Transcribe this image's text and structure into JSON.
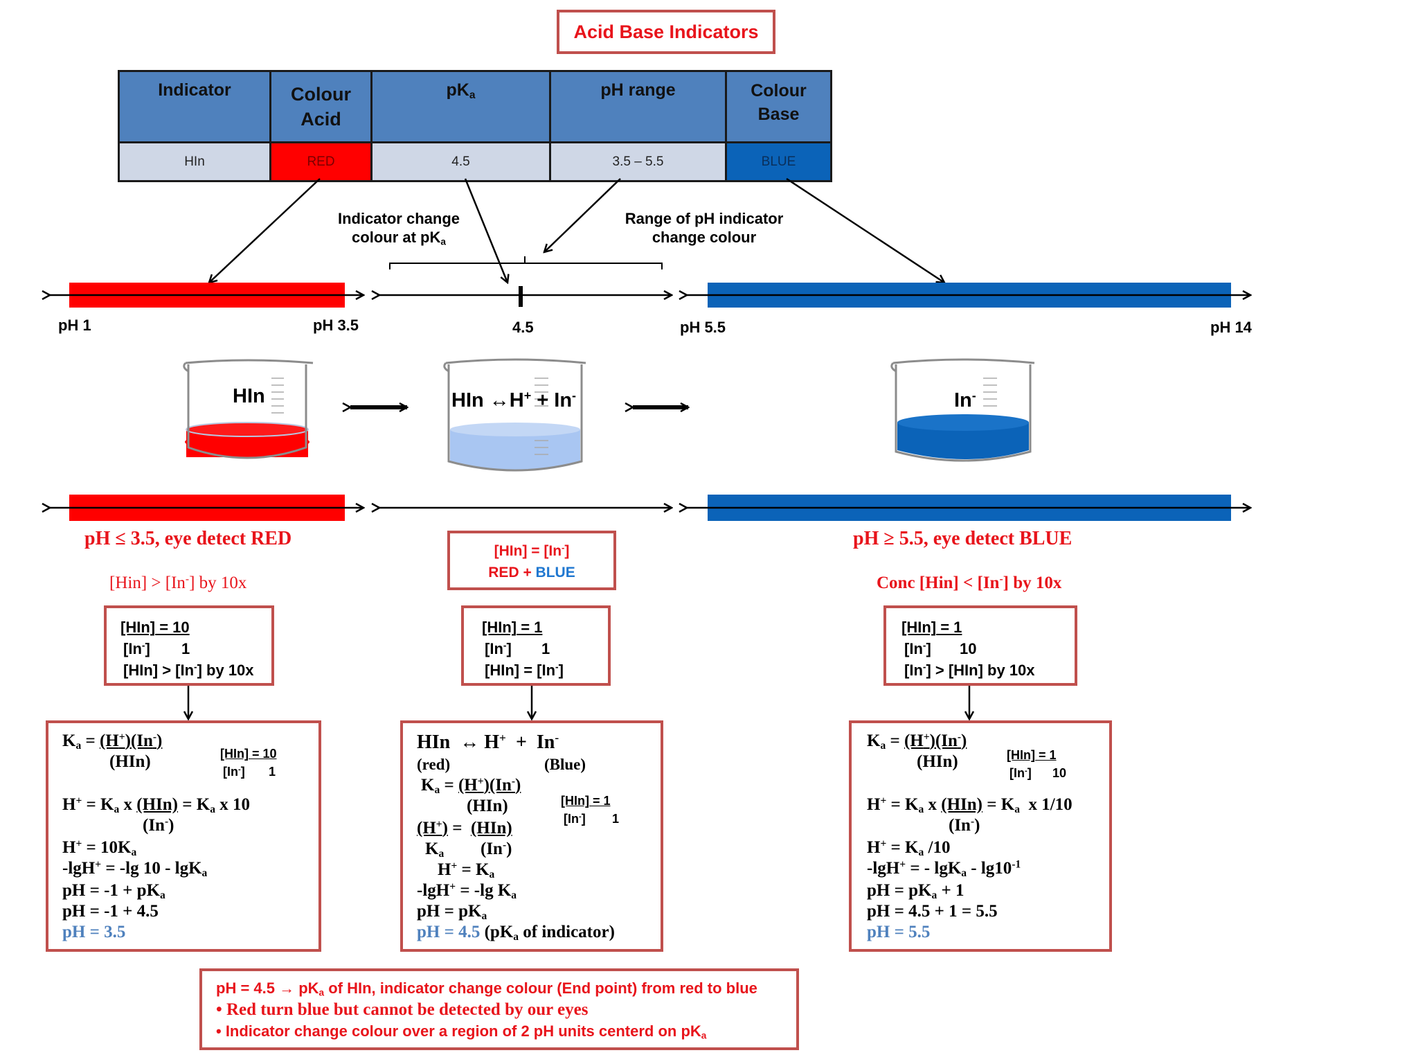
{
  "title": "Acid Base Indicators",
  "table": {
    "headers": [
      "Indicator",
      "Colour Acid",
      "pK",
      "pH range",
      "Colour Base"
    ],
    "row": [
      "HIn",
      "RED",
      "4.5",
      "3.5 – 5.5",
      "BLUE"
    ]
  },
  "annotations": {
    "pka_note_line1": "Indicator change",
    "pka_note_line2": "colour at pK",
    "range_note_line1": "Range of pH indicator",
    "range_note_line2": "change colour"
  },
  "scale": {
    "ph1": "pH 1",
    "ph35": "pH 3.5",
    "ph45": "4.5",
    "ph55": "pH 5.5",
    "ph14": "pH 14"
  },
  "beakers": {
    "left": "HIn",
    "middle": "HIn ↔H",
    "middle_rest": " + In",
    "right": "In"
  },
  "left_col": {
    "detect": "pH ≤ 3.5, eye detect RED",
    "ratio_title": "[Hin] > [In",
    "ratio_title_end": "] by 10x",
    "box1_l1a": "[HIn]",
    "box1_l1b": " = 10",
    "box1_l2a": "[In",
    "box1_l2b": "1",
    "box1_l3": "[HIn] > [In",
    "box1_l3b": "] by 10x",
    "calc": {
      "l1": "K",
      "frac_top": "[HIn]",
      "frac_top_b": " = 10",
      "frac_bot": "[In",
      "frac_bot_b": "1",
      "l4": "H",
      "l5": "-lgH",
      "l6": "pH = -1 + pK",
      "l7": "pH = -1 + 4.5",
      "result": "pH = 3.5"
    }
  },
  "mid_col": {
    "equal": "[HIn] = [In",
    "mix_red": "RED",
    "mix_plus": " + ",
    "mix_blue": "BLUE",
    "box1_l1a": "[HIn]",
    "box1_l1b": " = 1",
    "box1_l2a": "[In",
    "box1_l2b": "1",
    "box1_l3": "[HIn] = [In",
    "calc": {
      "red": "(red)",
      "blue": "(Blue)",
      "frac_top": "[HIn]",
      "frac_top_b": " = 1",
      "frac_bot": "[In",
      "frac_bot_b": "1",
      "l8": "pH = pK",
      "result": "pH = 4.5",
      "result_tail": " of indicator)"
    }
  },
  "right_col": {
    "detect": "pH ≥ 5.5, eye detect BLUE",
    "ratio_title": "Conc [Hin] < [In",
    "ratio_title_end": "] by 10x",
    "box1_l1a": "[HIn]",
    "box1_l1b": " = 1",
    "box1_l2a": "[In",
    "box1_l2b": "10",
    "box1_l3": "[In",
    "box1_l3b": "] > [HIn] by 10x",
    "calc": {
      "frac_top": "[HIn]",
      "frac_top_b": " = 1",
      "frac_bot": "[In",
      "frac_bot_b": "10",
      "l6": "pH = pK",
      "l7": "pH =  4.5 + 1  = 5.5",
      "result": "pH = 5.5"
    }
  },
  "footer": {
    "l1": "pH = 4.5 →  pK",
    "l1b": " of HIn, indicator change colour (End point) from red to blue",
    "l2": "• Red  turn blue but cannot be detected by our eyes",
    "l3": "• Indicator change colour over a region of 2 pH units centerd on pK"
  },
  "colors": {
    "red": "#e8141b",
    "blue": "#0b63b8",
    "header_blue": "#4f81bd",
    "row_gray": "#cfd7e6",
    "box_border": "#c0504d"
  }
}
